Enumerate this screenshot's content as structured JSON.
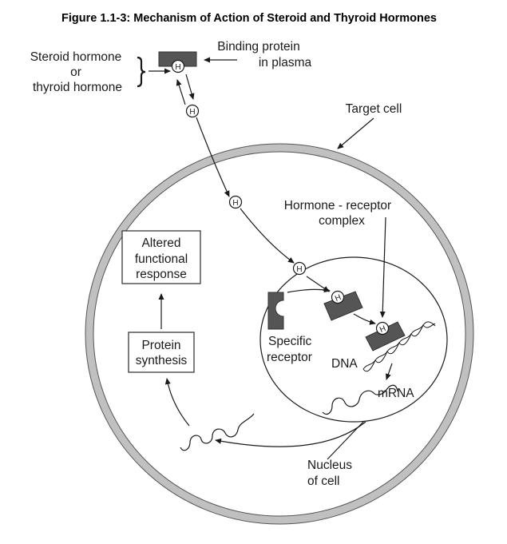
{
  "title": "Figure 1.1-3: Mechanism of Action of Steroid and Thyroid Hormones",
  "labels": {
    "steroid_line1": "Steroid hormone",
    "steroid_line2": "or",
    "steroid_line3": "thyroid  hormone",
    "binding_line1": "Binding protein",
    "binding_line2": "in plasma",
    "target_cell": "Target cell",
    "complex_line1": "Hormone - receptor",
    "complex_line2": "complex",
    "altered_line1": "Altered",
    "altered_line2": "functional",
    "altered_line3": "response",
    "protein_line1": "Protein",
    "protein_line2": "synthesis",
    "specific_line1": "Specific",
    "specific_line2": "receptor",
    "dna": "DNA",
    "mrna": "mRNA",
    "nucleus_line1": "Nucleus",
    "nucleus_line2": "of cell",
    "hormone_symbol": "H"
  },
  "colors": {
    "membrane": "#c0c0c0",
    "protein_dark": "#555555",
    "outline": "#1a1a1a"
  }
}
